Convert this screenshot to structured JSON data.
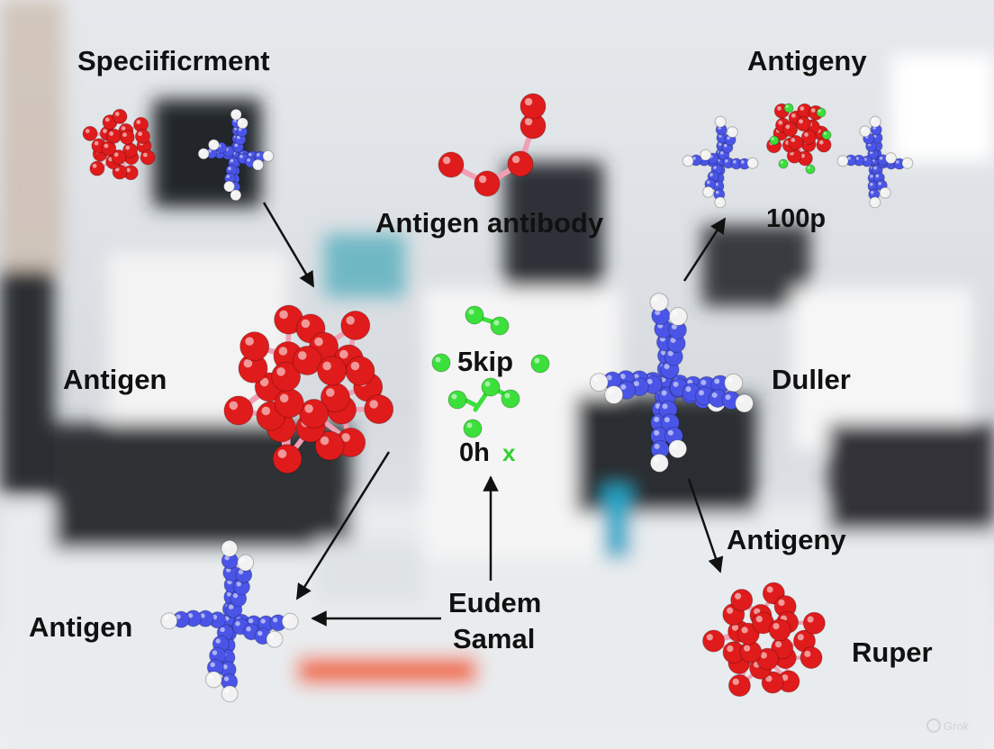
{
  "labels": {
    "specificity": "Speciificrment",
    "antigeny_top": "Antigeny",
    "antigen_antibody": "Antigen antibody",
    "hundred_p": "100p",
    "antigen_left": "Antigen",
    "skip": "5kip",
    "duller": "Duller",
    "ohx": "0h",
    "antigeny_lower": "Antigeny",
    "antigen_bottom": "Antigen",
    "eudem": "Eudem",
    "samal": "Samal",
    "ruper": "Ruper"
  },
  "watermark": "Grok",
  "colors": {
    "antigen_red": "#e01b1b",
    "antibody_blue": "#4a55e8",
    "hydrogen_white": "#f2f2f2",
    "ion_green": "#3be03b",
    "bond_pink": "#f0a0b4",
    "arrow": "#111111"
  }
}
